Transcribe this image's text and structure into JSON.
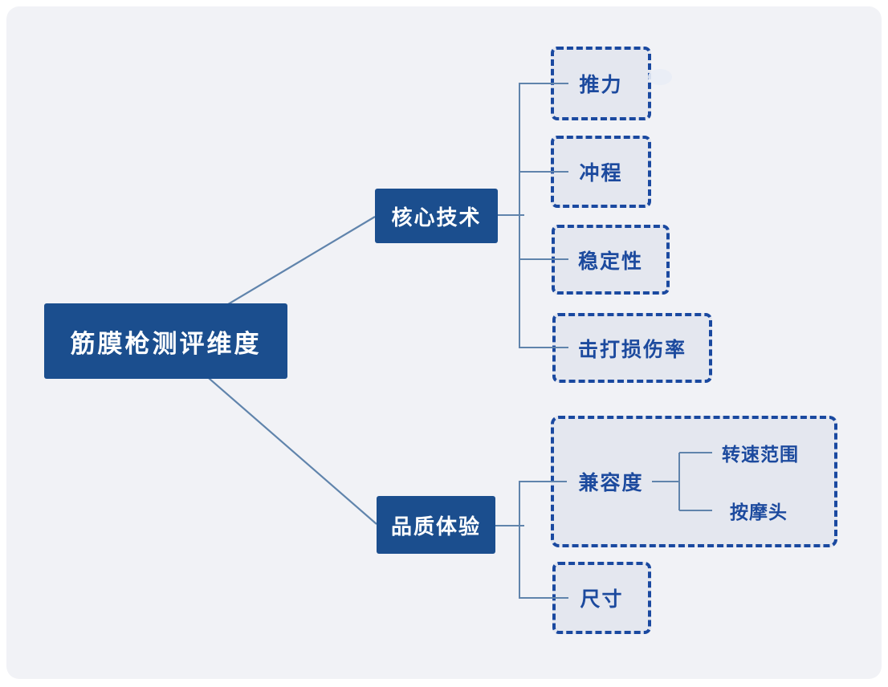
{
  "diagram": {
    "root": {
      "label": "筋膜枪测评维度"
    },
    "branches": [
      {
        "label": "核心技术",
        "children": [
          {
            "label": "推力"
          },
          {
            "label": "冲程"
          },
          {
            "label": "稳定性"
          },
          {
            "label": "击打损伤率"
          }
        ]
      },
      {
        "label": "品质体验",
        "children": [
          {
            "label": "兼容度",
            "children": [
              {
                "label": "转速范围"
              },
              {
                "label": "按摩头"
              }
            ]
          },
          {
            "label": "尺寸"
          }
        ]
      }
    ],
    "colors": {
      "solid_node_fill": "#1b4e8e",
      "solid_node_text": "#ffffff",
      "dashed_node_border": "#1a49a0",
      "dashed_node_fill": "#e4e7ef",
      "dashed_node_text": "#1c4a9e",
      "connector_line": "#6084ac",
      "canvas_background": "#f1f2f6",
      "frame_background": "#ffffff"
    }
  }
}
